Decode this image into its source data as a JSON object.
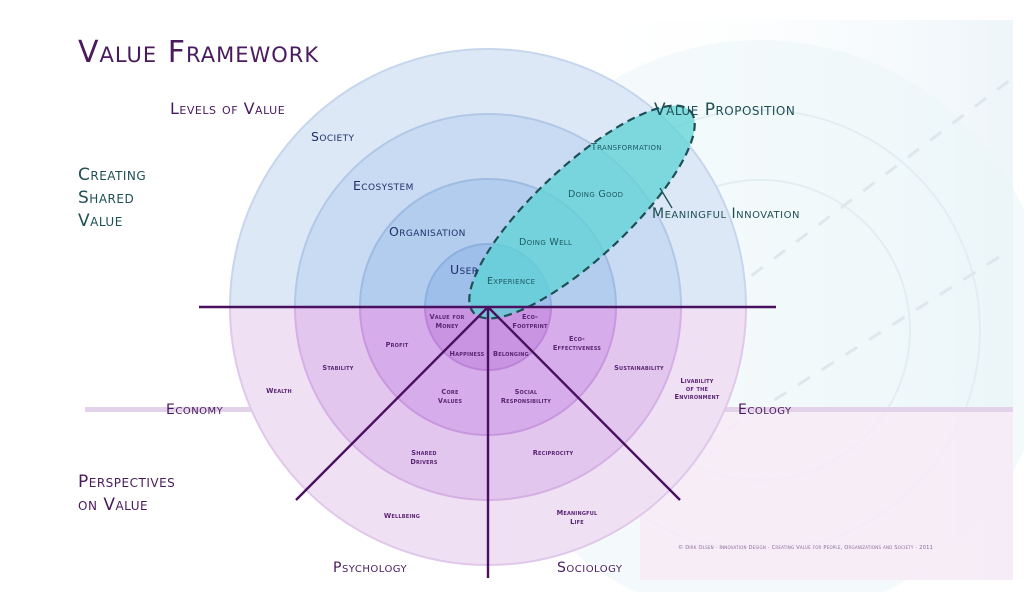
{
  "title": "Value Framework",
  "levels_heading": "Levels of Value",
  "creating_shared_value": [
    "Creating",
    "Shared",
    "Value"
  ],
  "perspectives_heading": [
    "Perspectives",
    "on Value"
  ],
  "value_proposition_heading": "Value Proposition",
  "meaningful_innovation_label": "Meaningful Innovation",
  "levels": [
    {
      "label": "Society"
    },
    {
      "label": "Ecosystem"
    },
    {
      "label": "Organisation"
    },
    {
      "label": "User"
    }
  ],
  "value_proposition_items": [
    {
      "label": "Transformation"
    },
    {
      "label": "Doing Good"
    },
    {
      "label": "Doing Well"
    },
    {
      "label": "Experience"
    }
  ],
  "perspectives": {
    "economy": "Economy",
    "ecology": "Ecology",
    "psychology": "Psychology",
    "sociology": "Sociology"
  },
  "quadrant_values": {
    "value_for_money": [
      "Value for",
      "Money"
    ],
    "eco_footprint": [
      "Eco-",
      "Footprint"
    ],
    "happiness": "Happiness",
    "belonging": "Belonging",
    "profit": "Profit",
    "eco_effectiveness": [
      "Eco-",
      "Effectiveness"
    ],
    "stability": "Stability",
    "sustainability": "Sustainability",
    "wealth": "Wealth",
    "livability": [
      "Livability",
      "of the",
      "Environment"
    ],
    "core_values": [
      "Core",
      "Values"
    ],
    "social_responsibility": [
      "Social",
      "Responsibility"
    ],
    "shared_drivers": [
      "Shared",
      "Drivers"
    ],
    "reciprocity": "Reciprocity",
    "wellbeing": "Wellbeing",
    "meaningful_life": [
      "Meaningful",
      "Life"
    ]
  },
  "footer": "© Dirk Olsen · Innovation Design · Creating Value for People, Organizations and Society · 2011",
  "colors": {
    "title": "#4a1a5e",
    "teal_text": "#1d4f55",
    "level_text": "#1f2f6b",
    "blue_ring": "#9fbfe6",
    "purple_ring": "#c896dc",
    "ellipse_fill": "#5ed3d6",
    "axis_line": "#4a1060"
  }
}
